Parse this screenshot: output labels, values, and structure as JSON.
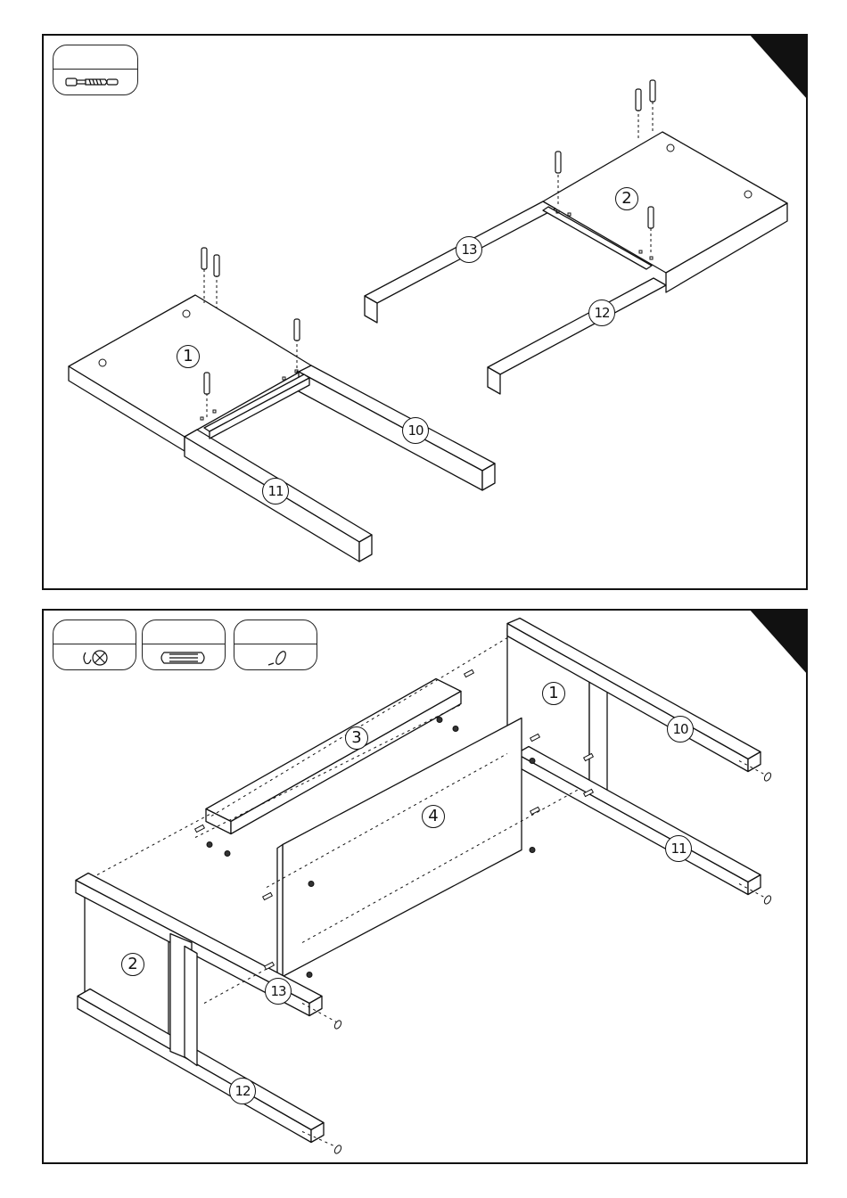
{
  "steps": [
    {
      "hardware": [
        {
          "icon": "cam-bolt-icon"
        }
      ],
      "parts": {
        "p1": "1",
        "p2": "2",
        "p10": "10",
        "p11": "11",
        "p12": "12",
        "p13": "13"
      }
    },
    {
      "hardware": [
        {
          "icon": "cam-lock-icon"
        },
        {
          "icon": "wood-dowel-icon"
        },
        {
          "icon": "screw-cap-icon"
        }
      ],
      "parts": {
        "p1": "1",
        "p2": "2",
        "p3": "3",
        "p4": "4",
        "p10": "10",
        "p11": "11",
        "p12": "12",
        "p13": "13"
      }
    }
  ],
  "colors": {
    "line": "#111111",
    "corner": "#111111",
    "background": "#ffffff"
  }
}
